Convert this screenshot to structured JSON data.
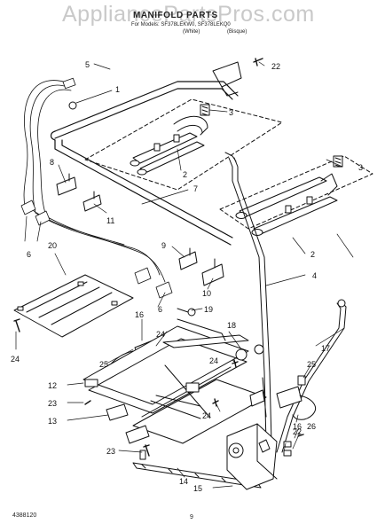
{
  "watermark": "AppliancePartsPros.com",
  "title": "MANIFOLD PARTS",
  "subtitle_line1": "For Models: SF378LEKW0, SF378LEKQ0",
  "subtitle_line2a": "(White)",
  "subtitle_line2b": "(Bisque)",
  "footer_left": "4388120",
  "footer_page": "9",
  "callouts": {
    "c1": "1",
    "c2a": "2",
    "c2b": "2",
    "c3a": "3",
    "c3b": "3",
    "c4": "4",
    "c5": "5",
    "c6a": "6",
    "c6b": "6",
    "c7": "7",
    "c8": "8",
    "c9": "9",
    "c10": "10",
    "c11": "11",
    "c12": "12",
    "c13": "13",
    "c14": "14",
    "c15": "15",
    "c16a": "16",
    "c16b": "16",
    "c17": "17",
    "c18": "18",
    "c19": "19",
    "c20": "20",
    "c22a": "22",
    "c22b": "22",
    "c23a": "23",
    "c23b": "23",
    "c24a": "24",
    "c24b": "24",
    "c24c": "24",
    "c24d": "24",
    "c25a": "25",
    "c25b": "25",
    "c26": "26"
  }
}
